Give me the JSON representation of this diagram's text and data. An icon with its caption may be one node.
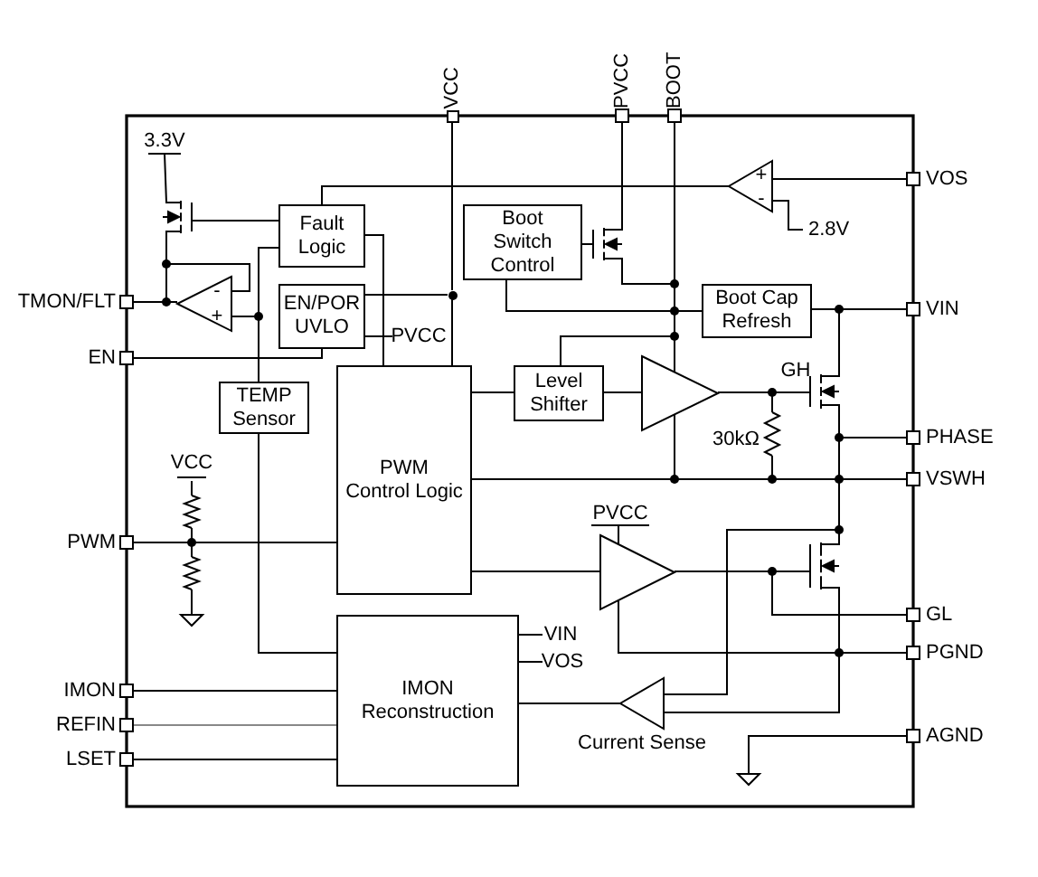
{
  "diagram": {
    "nodes": [
      {
        "text": [
          "Fault Logic"
        ]
      },
      {
        "text": [
          "Boot Switch Control"
        ]
      },
      {
        "text": [],
        "shape": "triangle"
      },
      {
        "text": [],
        "shape": "triangle"
      },
      {
        "text": [
          "EN/POR UVLO"
        ]
      },
      {
        "text": [
          "Boot Cap Refresh"
        ]
      },
      {
        "text": [
          "TEMP Sensor"
        ]
      },
      {
        "text": [
          "PWM Control Logic"
        ]
      },
      {
        "text": [
          "Level Shifter"
        ]
      },
      {
        "text": [],
        "shape": "triangle"
      },
      {
        "text": [],
        "shape": "triangle"
      },
      {
        "text": [
          "IMON Reconstruction"
        ]
      },
      {
        "text": [],
        "shape": "triangle",
        "beside": [
          "Current Sense"
        ]
      },
      {
        "text": [
          "PVCC"
        ]
      },
      {
        "text": [
          "PVCC"
        ]
      },
      {
        "text": [
          "VIN"
        ]
      },
      {
        "text": [
          "VOS"
        ]
      },
      {
        "text": [],
        "shape": "circle"
      },
      {
        "text": [
          "VCC"
        ]
      }
    ],
    "edges": [
      {
        "from": 0,
        "to": 7,
        "arrow": "none"
      },
      {
        "from": 6,
        "to": 0,
        "arrow": "none"
      },
      {
        "from": 3,
        "to": 6,
        "arrow": "none"
      },
      {
        "from": 6,
        "to": 11,
        "arrow": "none"
      },
      {
        "from": 2,
        "to": 0,
        "arrow": "none"
      },
      {
        "from": 7,
        "to": 8,
        "arrow": "none"
      },
      {
        "from": 8,
        "to": 9,
        "arrow": "none"
      },
      {
        "from": 7,
        "to": 10,
        "arrow": "none"
      },
      {
        "from": 12,
        "to": 11,
        "arrow": "none"
      },
      {
        "from": 1,
        "to": 5,
        "arrow": "none"
      },
      {
        "from": 4,
        "to": 17,
        "arrow": "none"
      },
      {
        "from": 8,
        "to": 9,
        "arrow": "none"
      },
      {
        "from": 5,
        "to": 9,
        "arrow": "none"
      },
      {
        "from": 9,
        "to": 7,
        "arrow": "none"
      },
      {
        "from": 7,
        "to": 12,
        "arrow": "none"
      },
      {
        "from": 10,
        "to": 12,
        "arrow": "none"
      },
      {
        "from": 4,
        "to": 13,
        "arrow": "none"
      },
      {
        "from": 10,
        "to": 14,
        "arrow": "none"
      },
      {
        "from": 11,
        "to": 15,
        "arrow": "none"
      },
      {
        "from": 11,
        "to": 16,
        "arrow": "none"
      },
      {
        "from": 17,
        "to": 7,
        "arrow": "none"
      },
      {
        "from": 18,
        "to": 17,
        "arrow": "none"
      }
    ],
    "labels": [
      "PVCC",
      "BOOT",
      "3.3V",
      "+",
      "VOS",
      "-",
      "2.8V",
      "-",
      "TMON/FLT",
      "VIN",
      "+",
      "EN",
      "GH",
      "30kΩ",
      "PHASE",
      "VSWH",
      "VCC",
      "PWM",
      "GL",
      "PGND",
      "IMON",
      "REFIN",
      "AGND",
      "LSET"
    ]
  }
}
